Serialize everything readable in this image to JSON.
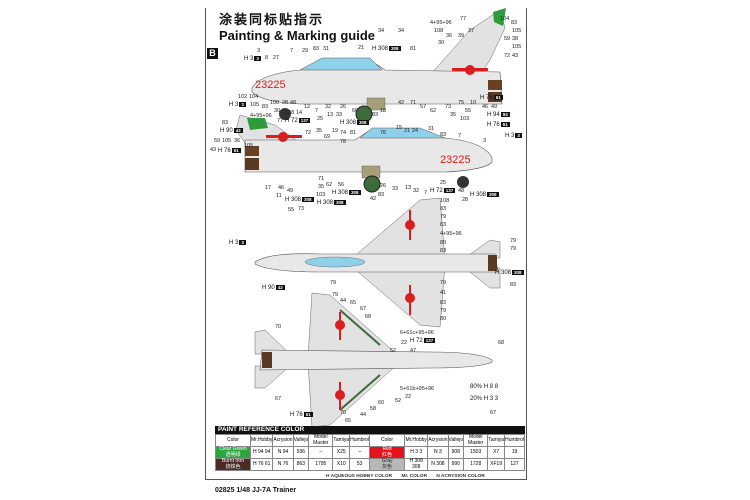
{
  "title_cn": "涂装同标贴指示",
  "title_en": "Painting & Marking guide",
  "scheme_badge": "B",
  "aircraft_serial": "23225",
  "callouts": [
    "3",
    "8",
    "27",
    "7",
    "29",
    "83",
    "31",
    "21",
    "34",
    "34",
    "81",
    "104",
    "4+95+96",
    "108",
    "36",
    "39",
    "37",
    "77",
    "30",
    "83",
    "105",
    "38",
    "59",
    "105",
    "43",
    "72",
    "102",
    "83",
    "108",
    "28",
    "48",
    "12",
    "7",
    "32",
    "13",
    "26",
    "66",
    "42",
    "71",
    "57",
    "62",
    "73",
    "75",
    "10",
    "46",
    "14",
    "25",
    "33",
    "83",
    "18",
    "35",
    "55",
    "49",
    "103",
    "104",
    "105",
    "4+95+96",
    "30",
    "108",
    "77",
    "83",
    "105",
    "36",
    "59",
    "105",
    "43",
    "72",
    "35",
    "69",
    "19",
    "74",
    "78",
    "81",
    "76",
    "15",
    "21",
    "24",
    "31",
    "83",
    "7",
    "3",
    "17",
    "46",
    "11",
    "49",
    "55",
    "73",
    "103",
    "35",
    "62",
    "71",
    "56",
    "42",
    "83",
    "26",
    "33",
    "13",
    "32",
    "7",
    "25",
    "48",
    "28",
    "108",
    "83",
    "79",
    "83",
    "4+95+96",
    "80",
    "79",
    "79",
    "83",
    "79",
    "79",
    "41",
    "83",
    "79",
    "80",
    "83",
    "79",
    "44",
    "65",
    "67",
    "68",
    "70",
    "6+61c+95+96",
    "22",
    "52",
    "47",
    "68",
    "67",
    "5+61b+95+96",
    "22",
    "52",
    "60",
    "58",
    "70",
    "65",
    "44",
    "67"
  ],
  "color_codes": [
    "H 3 3",
    "H 308 308",
    "H 76 61",
    "H 94 94",
    "H 72 137",
    "H 308 308",
    "H 3 3",
    "H 76 61",
    "H 90 42",
    "H 308 308",
    "H 72 137",
    "H 308 308",
    "H 3 3",
    "H 76 61",
    "H 308 308",
    "H 3 3",
    "H 308 308",
    "H 90 42",
    "H 308 308",
    "H 72 137",
    "H 76 61"
  ],
  "mix_notes": [
    {
      "pct": "80%",
      "code": "H 8 8"
    },
    {
      "pct": "20%",
      "code": "H 3 3"
    }
  ],
  "paint_reference": {
    "heading": "PAINT  REFERENCE COLOR",
    "columns": [
      "Color",
      "Mr.Hobby",
      "Acrysion",
      "Vallejo",
      "Model Master",
      "Tamiya",
      "Humbrol"
    ],
    "left": [
      {
        "name": "Clear Green",
        "name_cn": "透明绿",
        "swatch": "#2aa540",
        "text": "#fff",
        "mrhobby": "H 94 94",
        "acrysion": "N 94",
        "vallejo": "936",
        "model_master": "–",
        "tamiya": "X25",
        "humbrol": "–"
      },
      {
        "name": "Burnt Iron",
        "name_cn": "烧铁色",
        "swatch": "#4a2a22",
        "text": "#fff",
        "mrhobby": "H 76 61",
        "acrysion": "N 76",
        "vallejo": "863",
        "model_master": "1795",
        "tamiya": "X10",
        "humbrol": "53"
      }
    ],
    "right": [
      {
        "name": "Red",
        "name_cn": "红色",
        "swatch": "#e5141c",
        "text": "#fff",
        "mrhobby": "H 3 3",
        "acrysion": "N 3",
        "vallejo": "908",
        "model_master": "1503",
        "tamiya": "X7",
        "humbrol": "19"
      },
      {
        "name": "Gray",
        "name_cn": "灰色",
        "swatch": "#b8b8b8",
        "text": "#222",
        "mrhobby": "H 308 308",
        "acrysion": "N 308",
        "vallejo": "990",
        "model_master": "1728",
        "tamiya": "XF19",
        "humbrol": "127"
      }
    ],
    "legend": [
      "H AQUEOUS HOBBY COLOR",
      "Mr. COLOR",
      "N ACRYSION COLOR"
    ]
  },
  "caption": "02825 1/48 JJ-7A Trainer",
  "colors": {
    "fuselage": "#e6e6e6",
    "canopy": "#8fd0ea",
    "fin_tip": "#2e9a3a",
    "national_red": "#d81e1e",
    "burnt_iron": "#5a3a22"
  }
}
